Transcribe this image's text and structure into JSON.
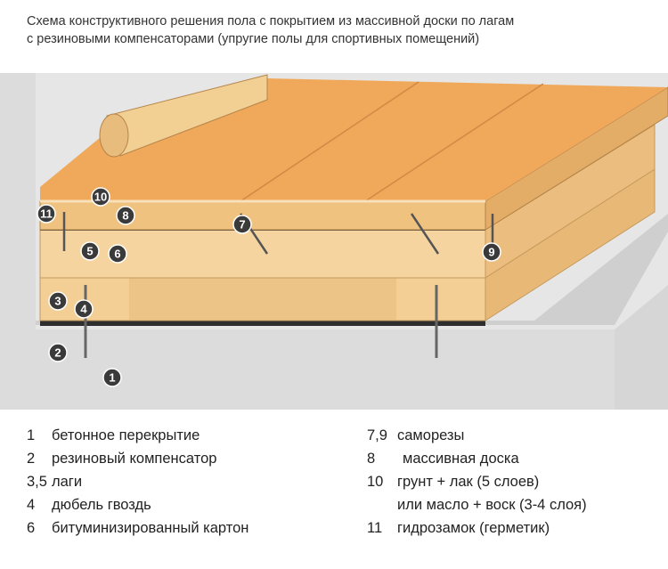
{
  "title": {
    "line1": "Схема конструктивного решения пола с покрытием из массивной доски по лагам",
    "line2": "с резиновыми компенсаторами (упругие полы для спортивных помещений)"
  },
  "markers": [
    "1",
    "2",
    "3",
    "4",
    "5",
    "6",
    "7",
    "8",
    "9",
    "10",
    "11"
  ],
  "legend": {
    "left": [
      {
        "num": "1",
        "text": "бетонное перекрытие"
      },
      {
        "num": "2",
        "text": "резиновый компенсатор"
      },
      {
        "num": "3,5",
        "text": "лаги"
      },
      {
        "num": "4",
        "text": "дюбель гвоздь"
      },
      {
        "num": "6",
        "text": "битуминизированный картон"
      }
    ],
    "right": [
      {
        "num": "7,9",
        "text": "саморезы"
      },
      {
        "num": "8",
        "text": "массивная доска"
      },
      {
        "num": "10",
        "text": "грунт + лак (5 слоев)"
      },
      {
        "num": "",
        "text": "или масло + воск (3-4 слоя)"
      },
      {
        "num": "11",
        "text": "гидрозамок (герметик)"
      }
    ]
  },
  "colors": {
    "wood": "#f2c98a",
    "board_top": "#f0a85a",
    "concrete": "#d9d9d9",
    "wall": "#e6e6e6",
    "marker": "#3a3a3a"
  }
}
